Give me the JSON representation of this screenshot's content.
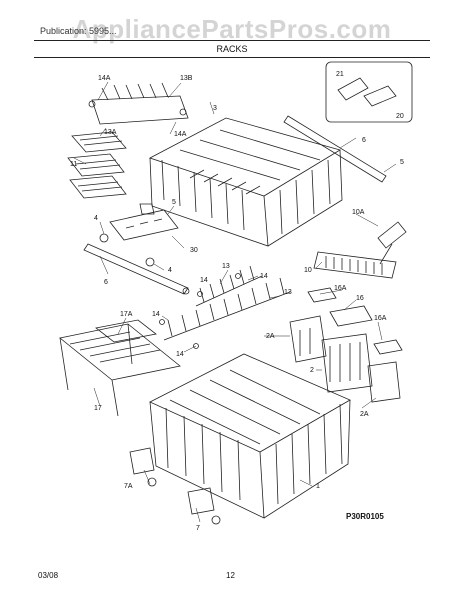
{
  "watermark": "AppliancePartsPros.com",
  "header": {
    "subtitle": "Publication: 5995...",
    "title": "RACKS"
  },
  "callouts": {
    "c14a_top": "14A",
    "c13b": "13B",
    "c3": "3",
    "c13a": "13A",
    "c14a_mid": "14A",
    "c11": "11",
    "c21": "21",
    "c20": "20",
    "c6_top": "6",
    "c5_top": "5",
    "c5_mid": "5",
    "c4_a": "4",
    "c30": "30",
    "c4_b": "4",
    "c6_bot": "6",
    "c10a": "10A",
    "c10": "10",
    "c13_a": "13",
    "c14_a": "14",
    "c14_b": "14",
    "c13_b": "13",
    "c16a_a": "16A",
    "c16": "16",
    "c16a_b": "16A",
    "c17a": "17A",
    "c14_c": "14",
    "c14_d": "14",
    "c2a_a": "2A",
    "c2": "2",
    "c2a_b": "2A",
    "c17": "17",
    "c1": "1",
    "c7a": "7A",
    "c7": "7"
  },
  "part_code": "P30R0105",
  "footer": {
    "date": "03/08",
    "page": "12"
  }
}
